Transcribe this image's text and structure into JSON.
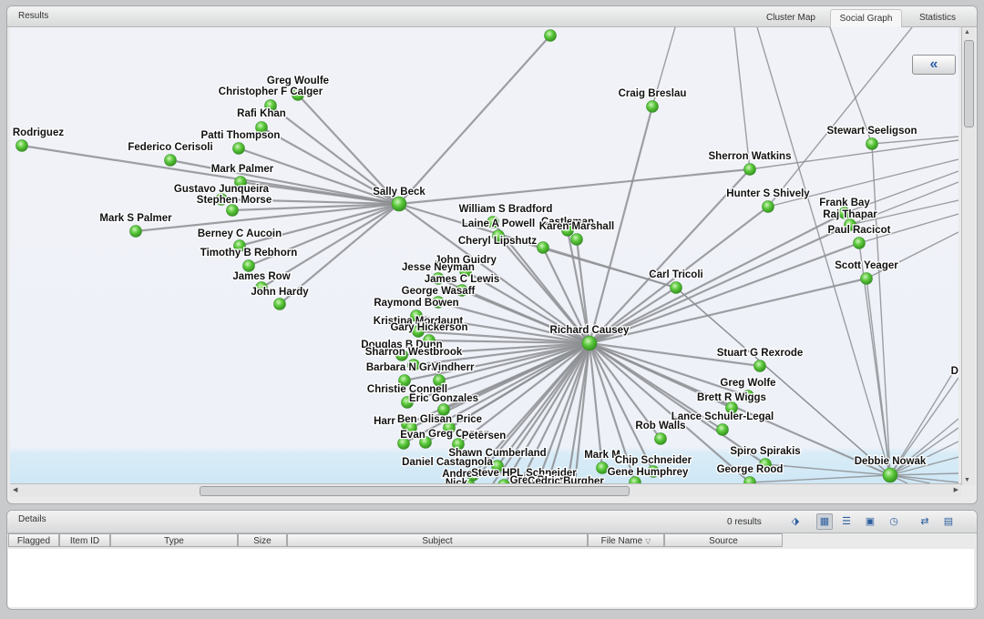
{
  "results": {
    "title": "Results",
    "tabs": [
      {
        "label": "Cluster Map",
        "active": false
      },
      {
        "label": "Social Graph",
        "active": true
      },
      {
        "label": "Statistics",
        "active": false
      }
    ],
    "collapse_label": "«",
    "scroll_arrows": {
      "up": "▲",
      "down": "▼",
      "left": "◀",
      "right": "▶"
    }
  },
  "graph": {
    "colors": {
      "node": "#5cc93c",
      "edge": "#8d8f93",
      "label": "#111111"
    },
    "nodes": [
      {
        "id": "top",
        "label": ""
      },
      {
        "id": "greg_woulfe",
        "label": "Greg Woulfe"
      },
      {
        "id": "cf_calger",
        "label": "Christopher F Calger"
      },
      {
        "id": "rafi_khan",
        "label": "Rafi Khan"
      },
      {
        "id": "rodriguez",
        "label": "Rodriguez"
      },
      {
        "id": "patti_thompson",
        "label": "Patti Thompson"
      },
      {
        "id": "federico_cerisoli",
        "label": "Federico Cerisoli"
      },
      {
        "id": "mark_palmer",
        "label": "Mark Palmer"
      },
      {
        "id": "gustavo_junqueira",
        "label": "Gustavo Junqueira"
      },
      {
        "id": "stephen_morse",
        "label": "Stephen Morse"
      },
      {
        "id": "mark_s_palmer",
        "label": "Mark S Palmer"
      },
      {
        "id": "berney_aucoin",
        "label": "Berney C Aucoin"
      },
      {
        "id": "timothy_rebhorn",
        "label": "Timothy B Rebhorn"
      },
      {
        "id": "james_row",
        "label": "James Row"
      },
      {
        "id": "john_hardy",
        "label": "John Hardy"
      },
      {
        "id": "sally_beck",
        "label": "Sally Beck"
      },
      {
        "id": "craig_breslau",
        "label": "Craig Breslau"
      },
      {
        "id": "stewart_seeligson",
        "label": "Stewart Seeligson"
      },
      {
        "id": "sherron_watkins",
        "label": "Sherron Watkins"
      },
      {
        "id": "hunter_shively",
        "label": "Hunter S Shively"
      },
      {
        "id": "frank_bay",
        "label": "Frank Bay"
      },
      {
        "id": "raj_thapar",
        "label": "Raj Thapar"
      },
      {
        "id": "paul_racicot",
        "label": "Paul Racicot"
      },
      {
        "id": "scott_yeager",
        "label": "Scott Yeager"
      },
      {
        "id": "william_bradford",
        "label": "William S Bradford"
      },
      {
        "id": "laine_powell",
        "label": "Laine A Powell"
      },
      {
        "id": "castleman",
        "label": "Castleman"
      },
      {
        "id": "karen_marshall",
        "label": "Karen Marshall"
      },
      {
        "id": "cheryl_lipshutz",
        "label": "Cheryl Lipshutz"
      },
      {
        "id": "john_guidry",
        "label": "John Guidry"
      },
      {
        "id": "jesse_neyman",
        "label": "Jesse Neyman"
      },
      {
        "id": "james_lewis",
        "label": "James C Lewis"
      },
      {
        "id": "george_wasaff",
        "label": "George Wasaff"
      },
      {
        "id": "raymond_bowen",
        "label": "Raymond Bowen"
      },
      {
        "id": "carl_tricoli",
        "label": "Carl Tricoli"
      },
      {
        "id": "kristina_mordaunt",
        "label": "Kristina Mordaunt"
      },
      {
        "id": "gary_hickerson",
        "label": "Gary Hickerson"
      },
      {
        "id": "richard_causey",
        "label": "Richard Causey"
      },
      {
        "id": "douglas_dunn",
        "label": "Douglas B Dunn"
      },
      {
        "id": "sharron_westbrook",
        "label": "Sharron Westbrook"
      },
      {
        "id": "barbara_gray",
        "label": "Barbara N Gray"
      },
      {
        "id": "vindherr",
        "label": "Vindherr"
      },
      {
        "id": "stuart_rexrode",
        "label": "Stuart G Rexrode"
      },
      {
        "id": "greg_wolfe",
        "label": "Greg Wolfe"
      },
      {
        "id": "brett_wiggs",
        "label": "Brett R Wiggs"
      },
      {
        "id": "christie_connell",
        "label": "Christie Connell"
      },
      {
        "id": "eric_gonzales",
        "label": "Eric Gonzales"
      },
      {
        "id": "harr",
        "label": "Harr"
      },
      {
        "id": "ben_glisan",
        "label": "Ben Glisan"
      },
      {
        "id": "ph_price",
        "label": "Price"
      },
      {
        "id": "lance_schuler",
        "label": "Lance Schuler-Legal"
      },
      {
        "id": "rob_walls",
        "label": "Rob Walls"
      },
      {
        "id": "evan",
        "label": "Evan"
      },
      {
        "id": "greg_curran",
        "label": "Greg Curran"
      },
      {
        "id": "petersen",
        "label": "Petersen"
      },
      {
        "id": "shawn_cumberland",
        "label": "Shawn Cumberland"
      },
      {
        "id": "spiro_spirakis",
        "label": "Spiro Spirakis"
      },
      {
        "id": "daniel_castagnola",
        "label": "Daniel Castagnola"
      },
      {
        "id": "mark_m",
        "label": "Mark M"
      },
      {
        "id": "chip_schneider",
        "label": "Chip Schneider"
      },
      {
        "id": "debbie_nowak",
        "label": "Debbie Nowak"
      },
      {
        "id": "andrea",
        "label": "Andrea"
      },
      {
        "id": "steve_schneider",
        "label": "Steve HPL Schneider"
      },
      {
        "id": "gene_humphrey",
        "label": "Gene Humphrey"
      },
      {
        "id": "george_rood",
        "label": "George Rood"
      },
      {
        "id": "greg_piper",
        "label": "Greg Piper"
      },
      {
        "id": "nick",
        "label": "Nick"
      },
      {
        "id": "cedric_burgher",
        "label": "Cedric Burgher"
      },
      {
        "id": "da",
        "label": "Da"
      }
    ]
  },
  "details": {
    "title": "Details",
    "result_count": "0 results",
    "toolbar_icons": [
      "cluster-icon",
      "grid-view-icon",
      "list-view-icon",
      "image-view-icon",
      "clock-icon",
      "export-icon",
      "save-icon"
    ],
    "columns": [
      "Flagged",
      "Item ID",
      "Type",
      "Size",
      "Subject",
      "File Name",
      "Source"
    ],
    "sort_indicator": "▽"
  }
}
